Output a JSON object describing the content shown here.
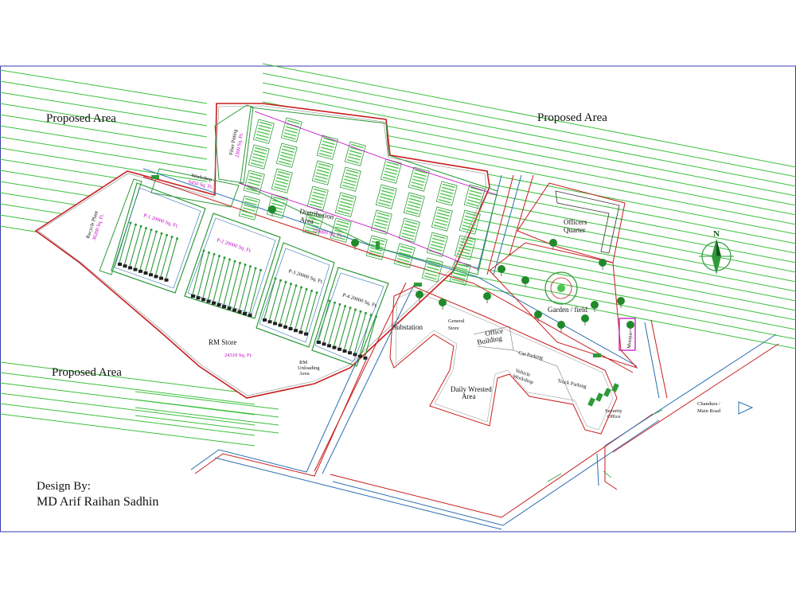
{
  "site_plan": {
    "proposed_area_label": "Proposed Area",
    "buildings": {
      "fiber_pitting": "Fiber Pitting",
      "fiber_pitting_area": "2300 Sq. Ft.",
      "workshop": "Workshop",
      "workshop_area": "9450 Sq. Ft.",
      "recycle_plant": "Recycle Plant",
      "recycle_plant_area": "36200 Sq. Ft.",
      "p1": "P-1 20000 Sq. Ft.",
      "p2": "P-2 20000 Sq. Ft.",
      "p3": "P-3 20000 Sq. Ft.",
      "p4": "P-4 20000 Sq. Ft.",
      "distribution": "Distribution",
      "distribution_2": "Area",
      "distribution_area": "120000 Sq. Ft.",
      "rm_store": "RM Store",
      "rm_store_area": "24310 Sq. Ft.",
      "rm_unloading": "RM",
      "rm_unloading_2": "Unloading",
      "rm_unloading_3": "Area",
      "substation": "Substation",
      "general_store": "General",
      "general_store_2": "Store",
      "office": "Office",
      "office_2": "Building",
      "car_parking": "Car Parking",
      "vehicle_workshop": "Vehicle",
      "vehicle_workshop_2": "Workshop",
      "truck_parking": "Truck Parking",
      "daily_wrested": "Daily Wrested",
      "daily_wrested_2": "Area",
      "security": "Security",
      "security_2": "Office",
      "officers_quarter": "Officers",
      "officers_quarter_2": "Quarter",
      "garden": "Garden / field",
      "mosque": "Mosque",
      "main_road": "Chandura /",
      "main_road_2": "Main Road"
    },
    "north_label": "N",
    "colors": {
      "road_red": "#c81e1e",
      "road_blue": "#2a6fb0",
      "building_green": "#2e9a3a",
      "field_green": "#4fc34f",
      "magenta": "#c000c0"
    }
  },
  "credit": {
    "line1": "Design By:",
    "line2": "MD Arif Raihan Sadhin"
  }
}
